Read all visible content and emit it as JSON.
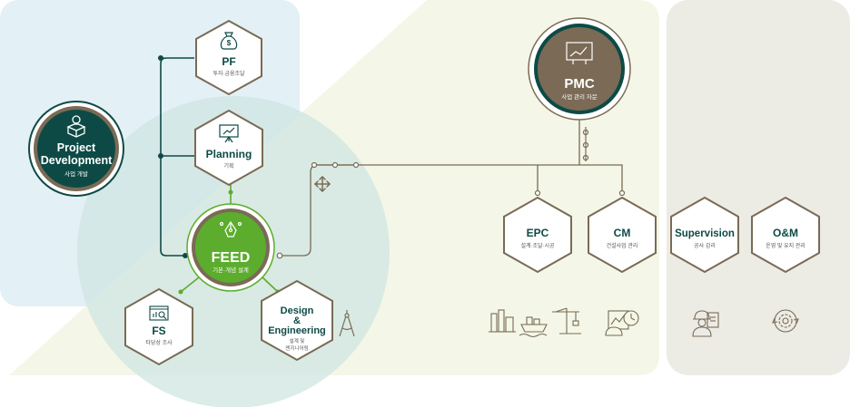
{
  "colors": {
    "dark_green": "#0d4a45",
    "brown": "#7a6a56",
    "feed_green": "#5cac2e",
    "pale_blue": "#e3f0f5",
    "pale_green": "#f4f7e7",
    "pale_gray": "#ecebe4",
    "circle_overlay": "#d2e7e4"
  },
  "nodes": {
    "project_development": {
      "title_line1": "Project",
      "title_line2": "Development",
      "subtitle": "사업 개발",
      "icon": "box-lightbulb-icon"
    },
    "pmc": {
      "title": "PMC",
      "subtitle": "사업 관리 자문",
      "icon": "presentation-board-icon"
    },
    "pf": {
      "title": "PF",
      "subtitle": "투자·금융조달",
      "icon": "money-bag-icon"
    },
    "planning": {
      "title": "Planning",
      "subtitle": "기획",
      "icon": "chart-easel-icon"
    },
    "feed": {
      "title": "FEED",
      "subtitle": "기본·개념 설계",
      "icon": "pen-nib-icon"
    },
    "fs": {
      "title": "FS",
      "subtitle": "타당성 조사",
      "icon": "report-chart-icon"
    },
    "design_engineering": {
      "title_line1": "Design",
      "title_line2": "&",
      "title_line3": "Engineering",
      "subtitle_line1": "설계 및",
      "subtitle_line2": "엔지니어링",
      "icon": "compass-icon"
    },
    "epc": {
      "title": "EPC",
      "subtitle": "설계·조달·시공",
      "icon": "plant-ship-crane-icon"
    },
    "cm": {
      "title": "CM",
      "subtitle": "건설사업 관리",
      "icon": "schedule-hardhat-icon"
    },
    "supervision": {
      "title": "Supervision",
      "subtitle": "공사 감리",
      "icon": "worker-blueprint-icon"
    },
    "om": {
      "title": "O&M",
      "subtitle": "운영 및 유지 관리",
      "icon": "gear-cycle-icon"
    }
  },
  "move_handle_icon": "move-arrows-icon"
}
